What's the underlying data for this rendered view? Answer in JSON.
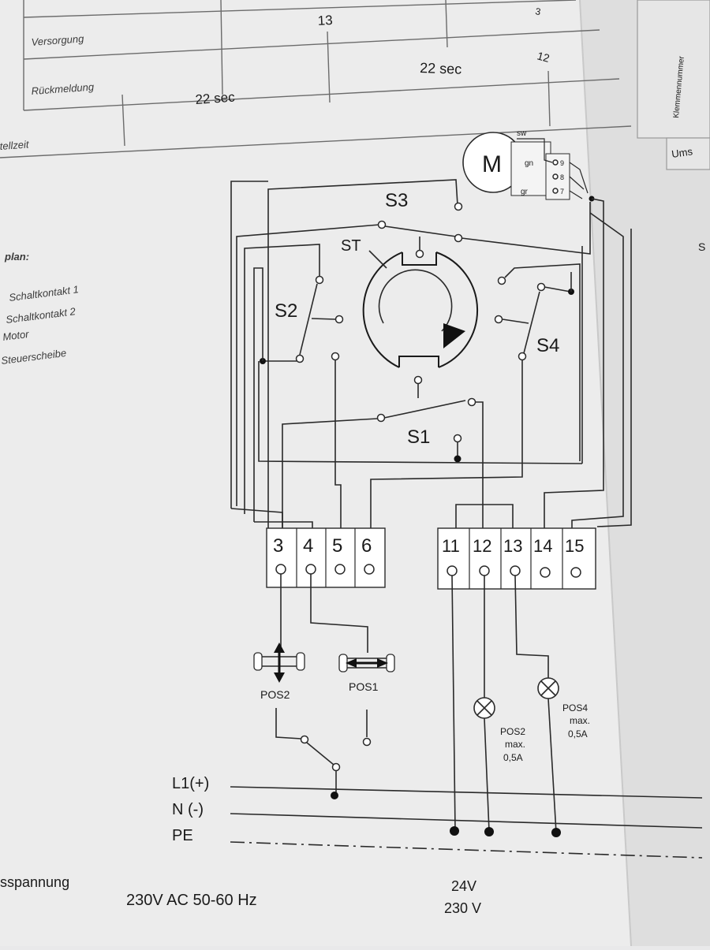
{
  "table": {
    "row_labels": [
      "Versorgung",
      "Rückmeldung",
      "tellzeit"
    ],
    "versorgung_values": [
      "13",
      "12"
    ],
    "corner_value": "3",
    "rueckmeldung_value": "22 sec",
    "stellzeit_value": "22 sec"
  },
  "side_page": {
    "label_top": "Klemmennummer",
    "label_bottom": "Ums",
    "label_s": "S"
  },
  "legend": {
    "title": "plan:",
    "items": [
      "Schaltkontakt 1",
      "Schaltkontakt 2",
      "Motor",
      "Steuerscheibe"
    ]
  },
  "diagram": {
    "motor_label": "M",
    "motor_wires": [
      "sw",
      "gn",
      "gr"
    ],
    "motor_terminals": [
      "9",
      "8",
      "7"
    ],
    "switches": {
      "s1": "S1",
      "s2": "S2",
      "s3": "S3",
      "s4": "S4",
      "st": "ST"
    },
    "terminals_left": [
      "3",
      "4",
      "5",
      "6"
    ],
    "terminals_right": [
      "11",
      "12",
      "13",
      "14",
      "15"
    ],
    "pos2_switch": "POS2",
    "pos1_switch": "POS1",
    "lamp_pos2": [
      "POS2",
      "max.",
      "0,5A"
    ],
    "lamp_pos4": [
      "POS4",
      "max.",
      "0,5A"
    ],
    "rails": [
      "L1(+)",
      "N (-)",
      "PE"
    ]
  },
  "footer": {
    "left_label": "sspannung",
    "supply_main": "230V AC 50-60 Hz",
    "supply_alt_1": "24V",
    "supply_alt_2": "230 V"
  }
}
